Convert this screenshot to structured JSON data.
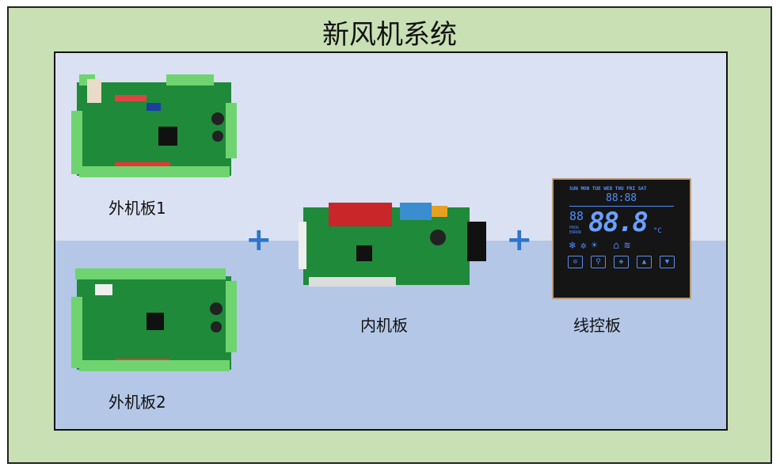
{
  "title": "新风机系统",
  "boards": [
    {
      "label": "外机板1"
    },
    {
      "label": "外机板2"
    },
    {
      "label": "内机板"
    },
    {
      "label": "线控板"
    }
  ],
  "plus_symbol": "+",
  "controller": {
    "days": "SUN MON TUE WED THU FRI SAT",
    "clock": "88:88",
    "temperature": "88.8",
    "small_digits": "88",
    "unit": "°C",
    "prog": "PROG",
    "error": "ERROR",
    "mode_icons": "❄✲☀ ⌂≋",
    "buttons": [
      "⊙",
      "⚲",
      "✤",
      "▲",
      "▼"
    ]
  },
  "colors": {
    "outer_bg": "#c8e0b4",
    "inner_top": "#dae1f2",
    "inner_bottom": "#b4c7e7",
    "plus": "#2e75c9"
  }
}
